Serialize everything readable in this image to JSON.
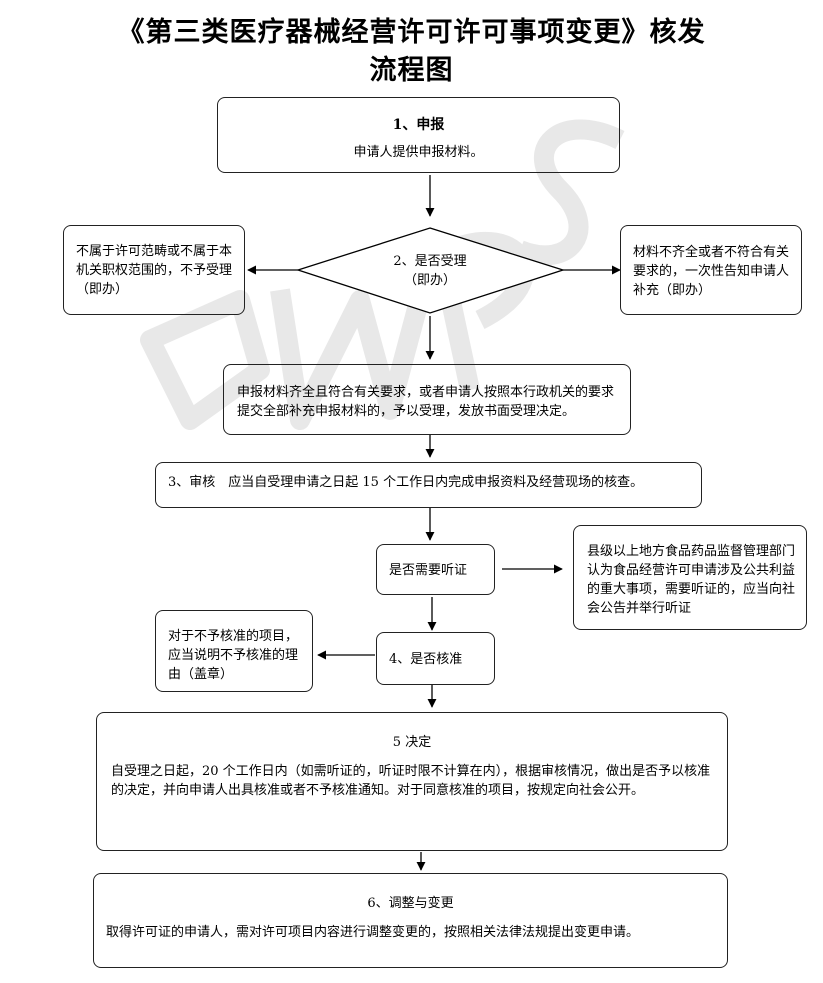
{
  "title": {
    "line1": "《第三类医疗器械经营许可许可事项变更》核发",
    "line2": "流程图"
  },
  "watermark": "MPS",
  "steps": {
    "step1": {
      "heading": "1、申报",
      "text": "申请人提供申报材料。"
    },
    "step2": {
      "line1": "2、是否受理",
      "line2": "（即办）"
    },
    "reject_left": "不属于许可范畴或不属于本机关职权范围的，不予受理（即办）",
    "notify_right": "材料不齐全或者不符合有关要求的，一次性告知申请人补充（即办）",
    "accept": "申报材料齐全且符合有关要求，或者申请人按照本行政机关的要求提交全部补充申报材料的，予以受理，发放书面受理决定。",
    "step3": "3、审核　应当自受理申请之日起 15 个工作日内完成申报资料及经营现场的核查。",
    "hearing_q": "是否需要听证",
    "hearing_note": "县级以上地方食品药品监督管理部门认为食品经营许可申请涉及公共利益的重大事项，需要听证的，应当向社会公告并举行听证",
    "step4": "4、是否核准",
    "deny_note": "对于不予核准的项目，应当说明不予核准的理由（盖章）",
    "step5": {
      "heading": "5 决定",
      "text": "自受理之日起，20 个工作日内（如需听证的，听证时限不计算在内），根据审核情况，做出是否予以核准的决定，并向申请人出具核准或者不予核准通知。对于同意核准的项目，按规定向社会公开。"
    },
    "step6": {
      "heading": "6、调整与变更",
      "text": "取得许可证的申请人，需对许可项目内容进行调整变更的，按照相关法律法规提出变更申请。"
    }
  }
}
